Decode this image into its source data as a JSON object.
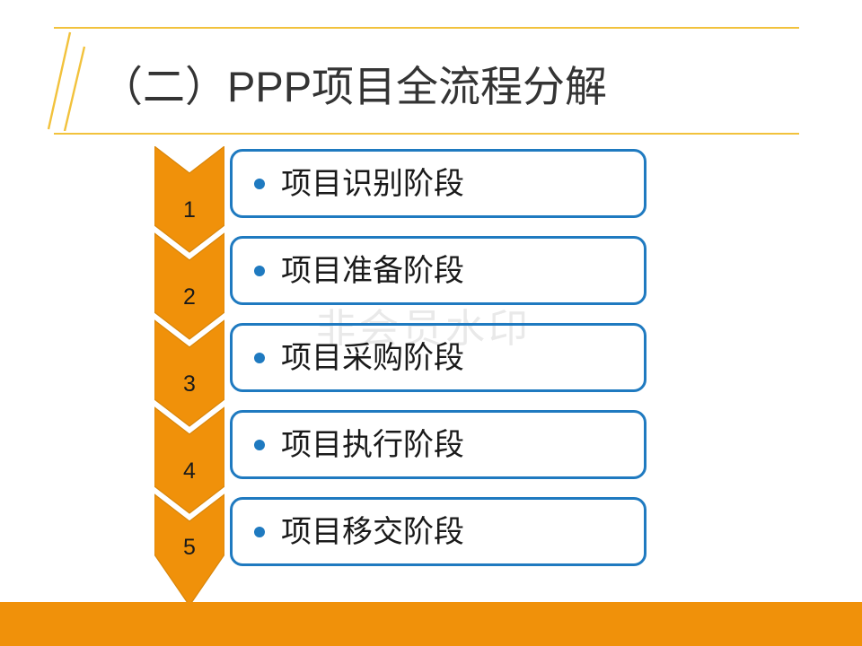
{
  "slide": {
    "title": "（二）PPP项目全流程分解",
    "watermark": "非会员水印"
  },
  "colors": {
    "accent_orange": "#F0910A",
    "accent_blue": "#1F7AC0",
    "rule_yellow": "#F2C23C",
    "title_text": "#343434",
    "watermark_gray": "#E9E9E9"
  },
  "flow": {
    "steps": [
      {
        "number": "1",
        "label": "项目识别阶段"
      },
      {
        "number": "2",
        "label": "项目准备阶段"
      },
      {
        "number": "3",
        "label": "项目采购阶段"
      },
      {
        "number": "4",
        "label": "项目执行阶段"
      },
      {
        "number": "5",
        "label": "项目移交阶段"
      }
    ]
  }
}
